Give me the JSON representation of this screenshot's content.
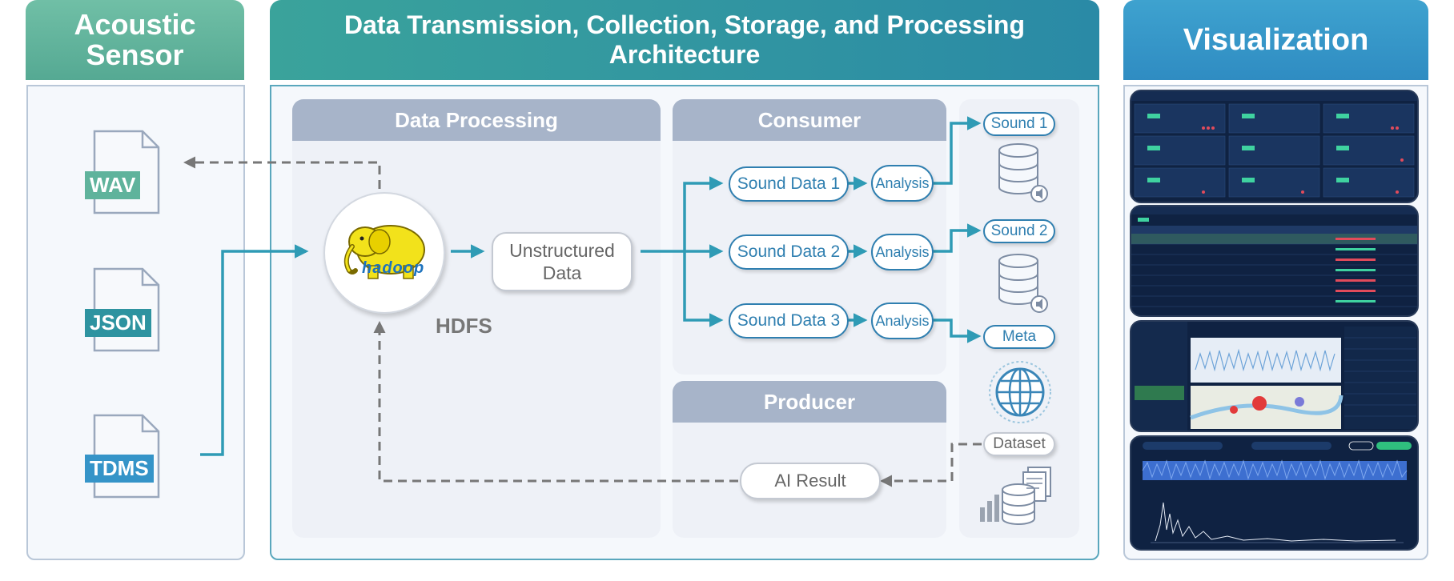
{
  "headers": {
    "sensor": "Acoustic Sensor",
    "architecture": "Data Transmission, Collection, Storage, and Processing Architecture",
    "visualization": "Visualization"
  },
  "file_types": [
    "WAV",
    "JSON",
    "TDMS"
  ],
  "sections": {
    "processing": "Data Processing",
    "consumer": "Consumer",
    "producer": "Producer"
  },
  "hdfs_label": "HDFS",
  "hadoop_logo_text": "hadoop",
  "unstructured_data": "Unstructured Data",
  "sound_data": [
    "Sound Data 1",
    "Sound Data 2",
    "Sound Data 3"
  ],
  "analysis_label": "Analysis",
  "storage": [
    "Sound 1",
    "Sound 2",
    "Meta",
    "Dataset"
  ],
  "ai_result": "AI Result",
  "colors": {
    "sensor_header": "#5fb39c",
    "arch_header": "#2e93a0",
    "viz_header": "#3594c8",
    "flow": "#2f9bb5",
    "dashed": "#777777",
    "section_header": "#a7b4c9"
  }
}
